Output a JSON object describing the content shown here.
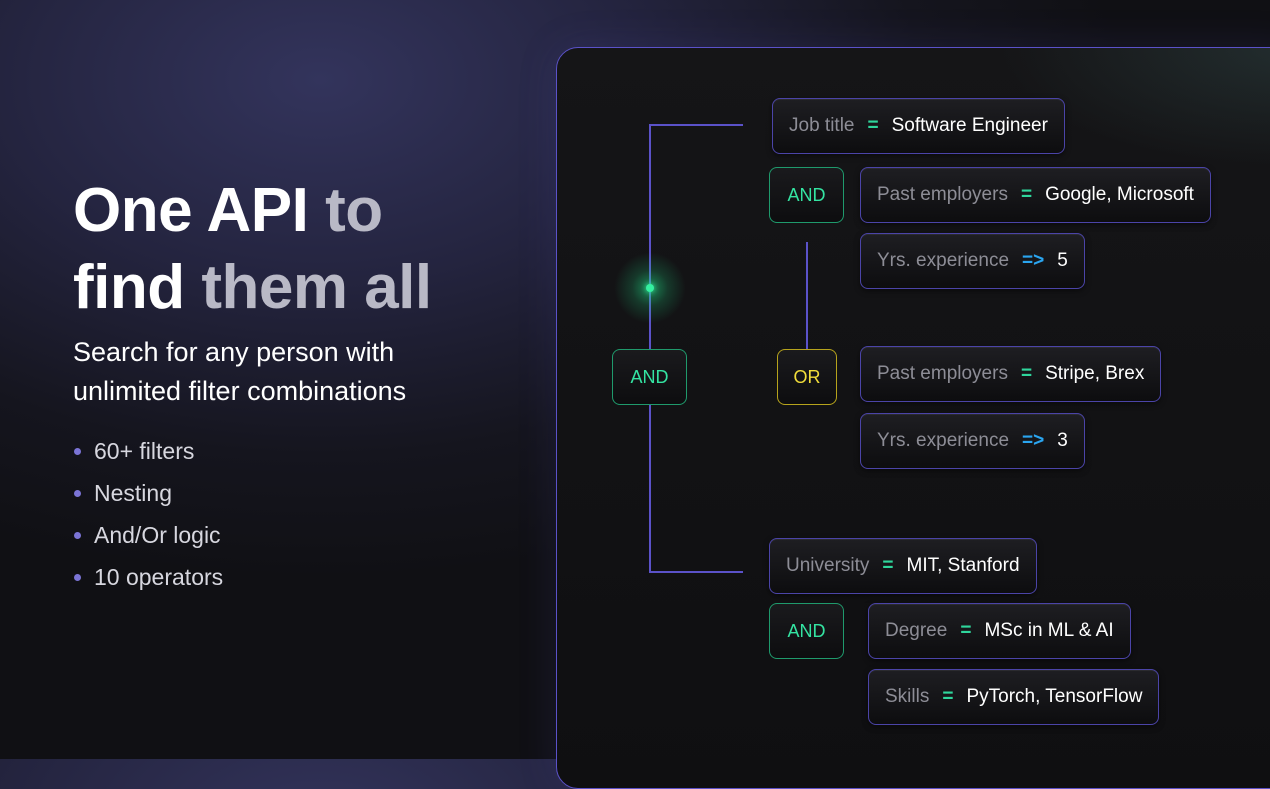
{
  "hero": {
    "title_line1_a": "One API",
    "title_line1_b": " to",
    "title_line2_a": "find ",
    "title_line2_b": "them all",
    "subtitle_line1": "Search for any person with",
    "subtitle_line2": "unlimited filter combinations",
    "features": [
      "60+ filters",
      "Nesting",
      "And/Or logic",
      "10 operators"
    ]
  },
  "colors": {
    "accent_purple": "#5b52c9",
    "and_green": "#34e4a2",
    "or_yellow": "#f1dd3a",
    "equals_green": "#2fd69c",
    "gte_blue": "#2aa5f0"
  },
  "diagram": {
    "root_logic": "AND",
    "group1_logic": "AND",
    "or_logic": "OR",
    "group2_logic": "AND",
    "filters": [
      {
        "key": "Job title",
        "op": "=",
        "value": "Software Engineer"
      },
      {
        "key": "Past employers",
        "op": "=",
        "value": "Google, Microsoft"
      },
      {
        "key": "Yrs. experience",
        "op": "=>",
        "value": "5"
      },
      {
        "key": "Past employers",
        "op": "=",
        "value": "Stripe, Brex"
      },
      {
        "key": "Yrs. experience",
        "op": "=>",
        "value": "3"
      },
      {
        "key": "University",
        "op": "=",
        "value": "MIT, Stanford"
      },
      {
        "key": "Degree",
        "op": "=",
        "value": "MSc in ML & AI"
      },
      {
        "key": "Skills",
        "op": "=",
        "value": "PyTorch, TensorFlow"
      }
    ]
  }
}
